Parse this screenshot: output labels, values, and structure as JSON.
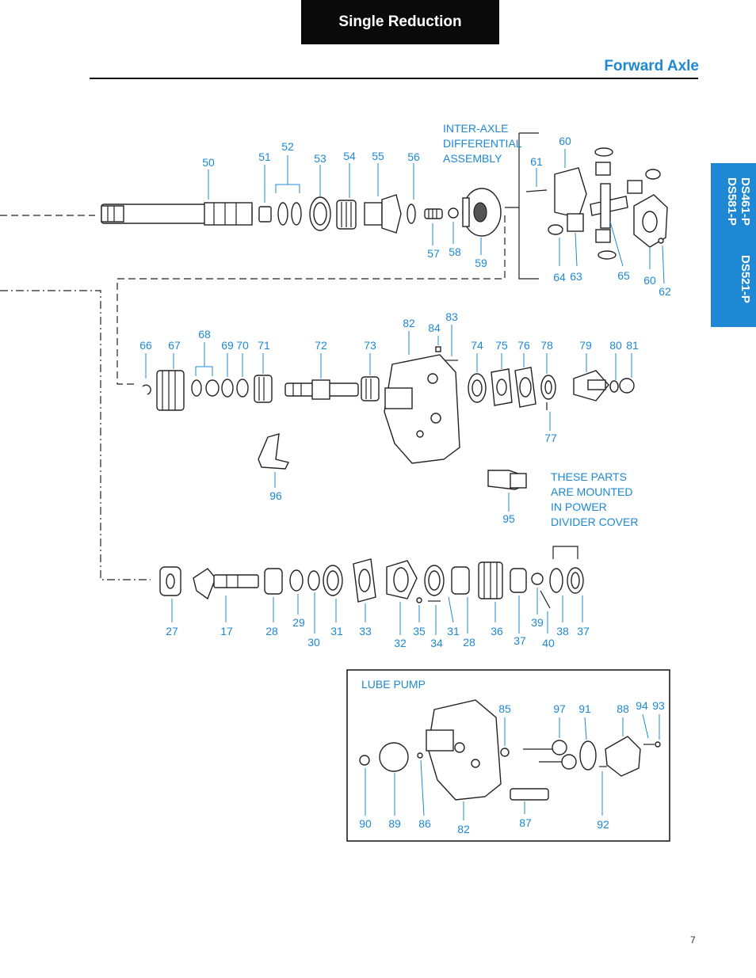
{
  "header": {
    "title": "Single Reduction"
  },
  "section": {
    "title": "Forward Axle"
  },
  "side_tab": {
    "models_left": "DS461-P\nDS581-P",
    "model_right": "DS521-P"
  },
  "notes": {
    "inter_axle": [
      "INTER-AXLE",
      "DIFFERENTIAL",
      "ASSEMBLY"
    ],
    "power_divider": [
      "THESE PARTS",
      "ARE MOUNTED",
      "IN POWER",
      "DIVIDER COVER"
    ],
    "lube_pump": "LUBE PUMP"
  },
  "labels": [
    "50",
    "51",
    "52",
    "53",
    "54",
    "55",
    "56",
    "57",
    "58",
    "59",
    "60",
    "61",
    "64",
    "63",
    "65",
    "60",
    "62",
    "66",
    "67",
    "68",
    "69",
    "70",
    "71",
    "72",
    "73",
    "82",
    "84",
    "83",
    "74",
    "75",
    "76",
    "78",
    "79",
    "80",
    "81",
    "77",
    "96",
    "95",
    "27",
    "17",
    "28",
    "29",
    "30",
    "31",
    "33",
    "32",
    "35",
    "34",
    "31",
    "28",
    "36",
    "37",
    "39",
    "40",
    "38",
    "37",
    "85",
    "97",
    "91",
    "88",
    "94",
    "93",
    "90",
    "89",
    "86",
    "82",
    "87",
    "92"
  ],
  "page": {
    "number": "7"
  }
}
